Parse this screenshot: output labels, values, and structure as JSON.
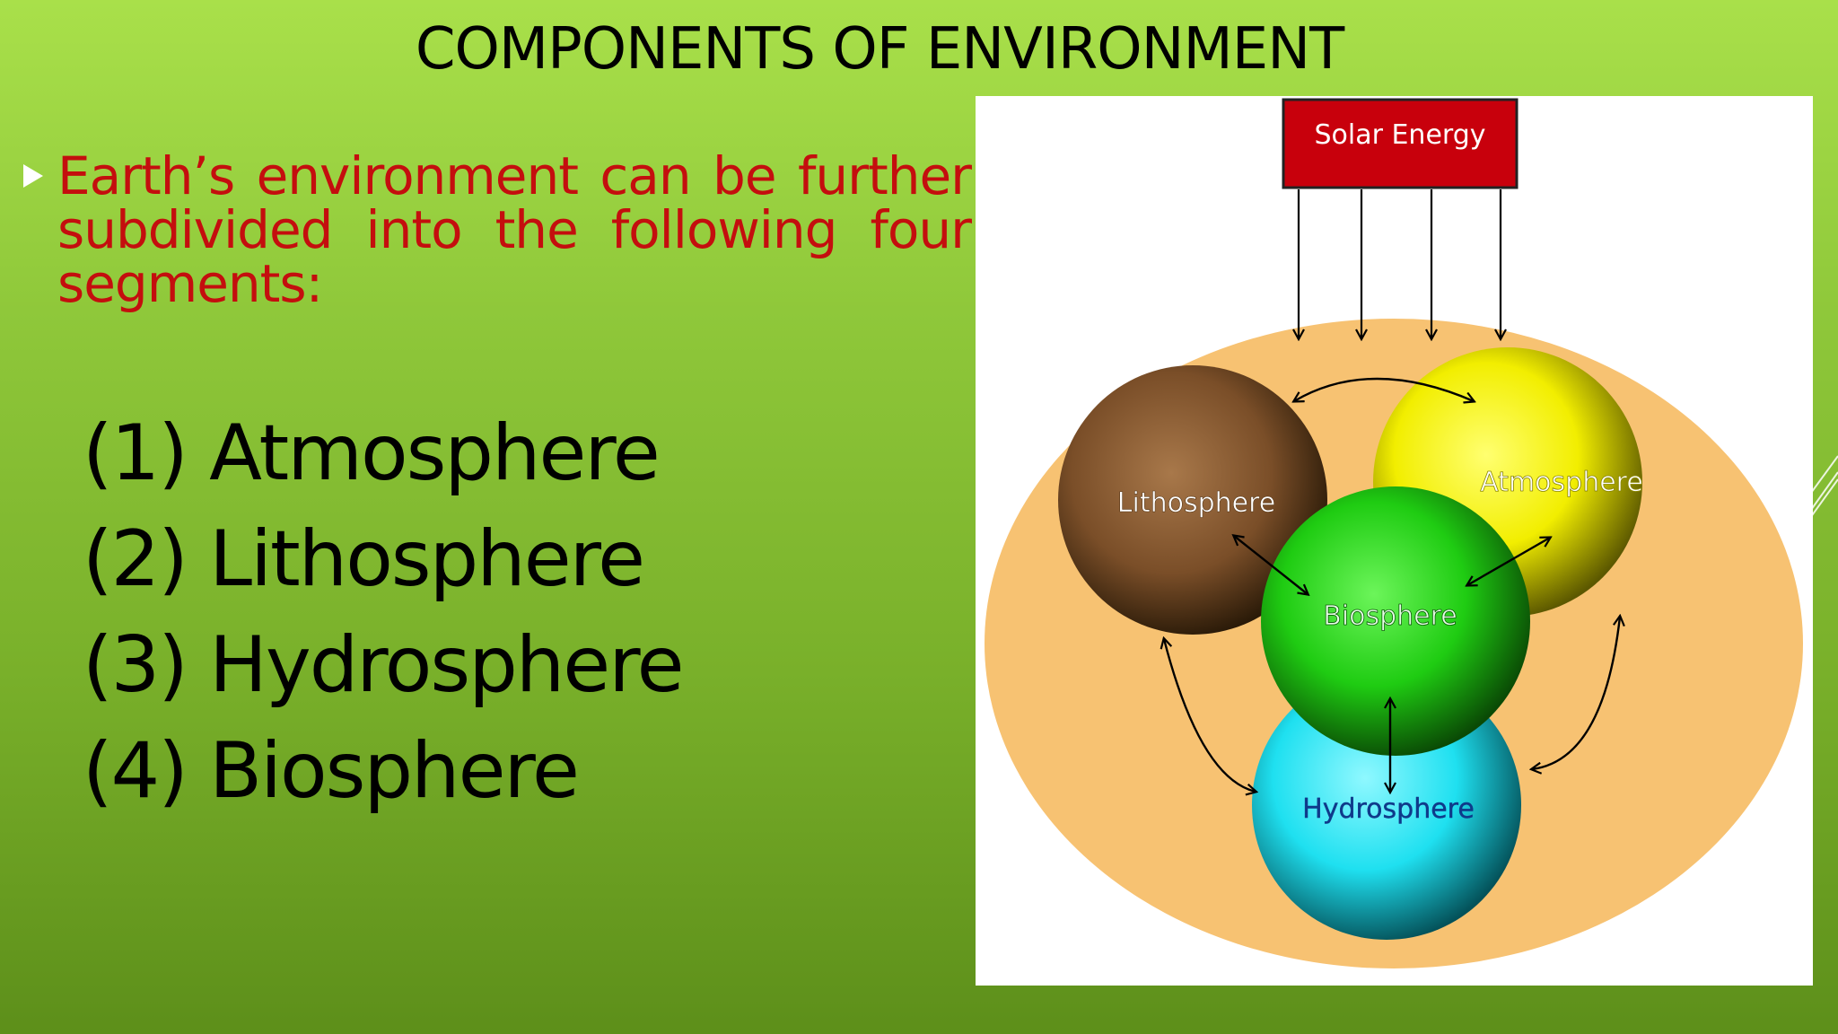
{
  "slide": {
    "title": "COMPONENTS OF ENVIRONMENT",
    "bullet": "Earth’s environment can be further subdivided into the following four segments:",
    "segments": [
      "(1) Atmosphere",
      "(2) Lithosphere",
      "(3) Hydrosphere",
      "(4) Biosphere"
    ]
  },
  "diagram": {
    "source_label": "Solar Energy",
    "spheres": {
      "lithosphere": "Lithosphere",
      "atmosphere": "Atmosphere",
      "biosphere": "Biosphere",
      "hydrosphere": "Hydrosphere"
    }
  },
  "colors": {
    "background_top": "#a9e04a",
    "background_bottom": "#5d8f1a",
    "bullet_text": "#c40e0e",
    "solar_box": "#c8000c",
    "outer_circle": "#f7c272",
    "lithosphere": "#8a5a30",
    "atmosphere": "#f2f000",
    "biosphere": "#1fcc12",
    "hydrosphere": "#1fe0f0"
  },
  "icons": {
    "bullet": "triangle-bullet-icon"
  }
}
